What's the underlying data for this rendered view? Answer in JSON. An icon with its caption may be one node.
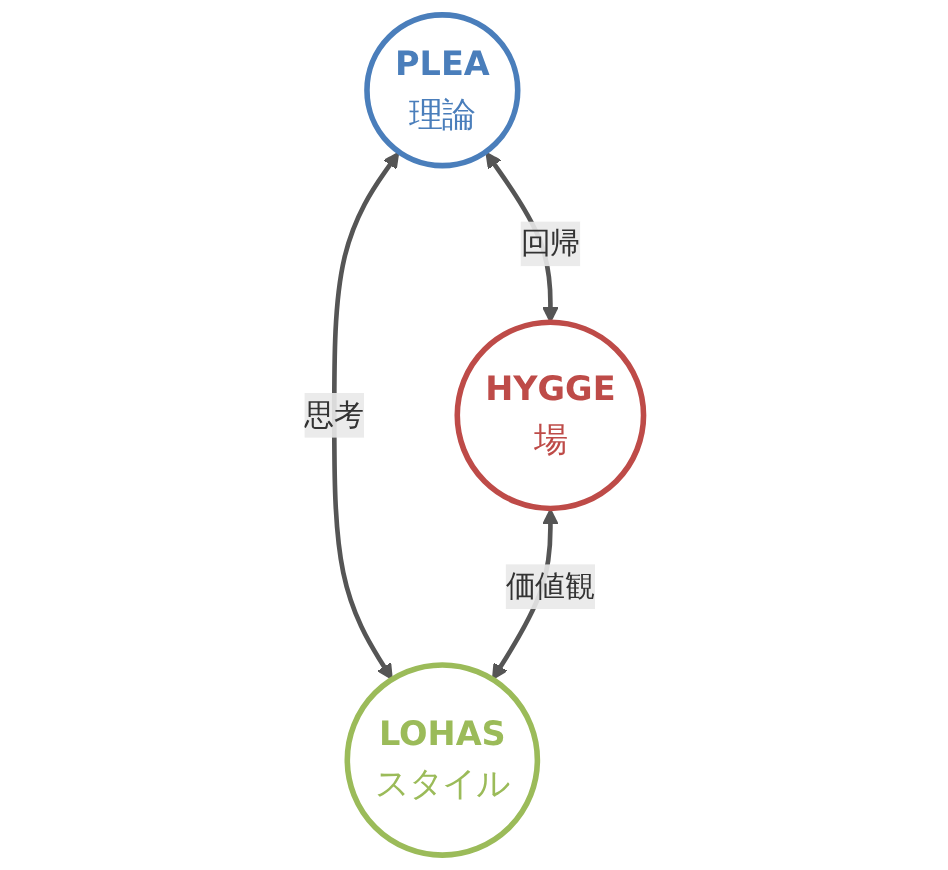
{
  "diagram": {
    "nodes": [
      {
        "text": [
          "PLEA",
          "理論"
        ]
      },
      {
        "text": [
          "HYGGE",
          "場"
        ]
      },
      {
        "text": [
          "LOHAS",
          "スタイル"
        ]
      }
    ],
    "edges": [
      {
        "from": 0,
        "to": 1,
        "arrow": "both",
        "label": "回帰"
      },
      {
        "from": 0,
        "to": 2,
        "arrow": "both",
        "label": "思考"
      },
      {
        "from": 1,
        "to": 2,
        "arrow": "both",
        "label": "価値観"
      }
    ]
  }
}
